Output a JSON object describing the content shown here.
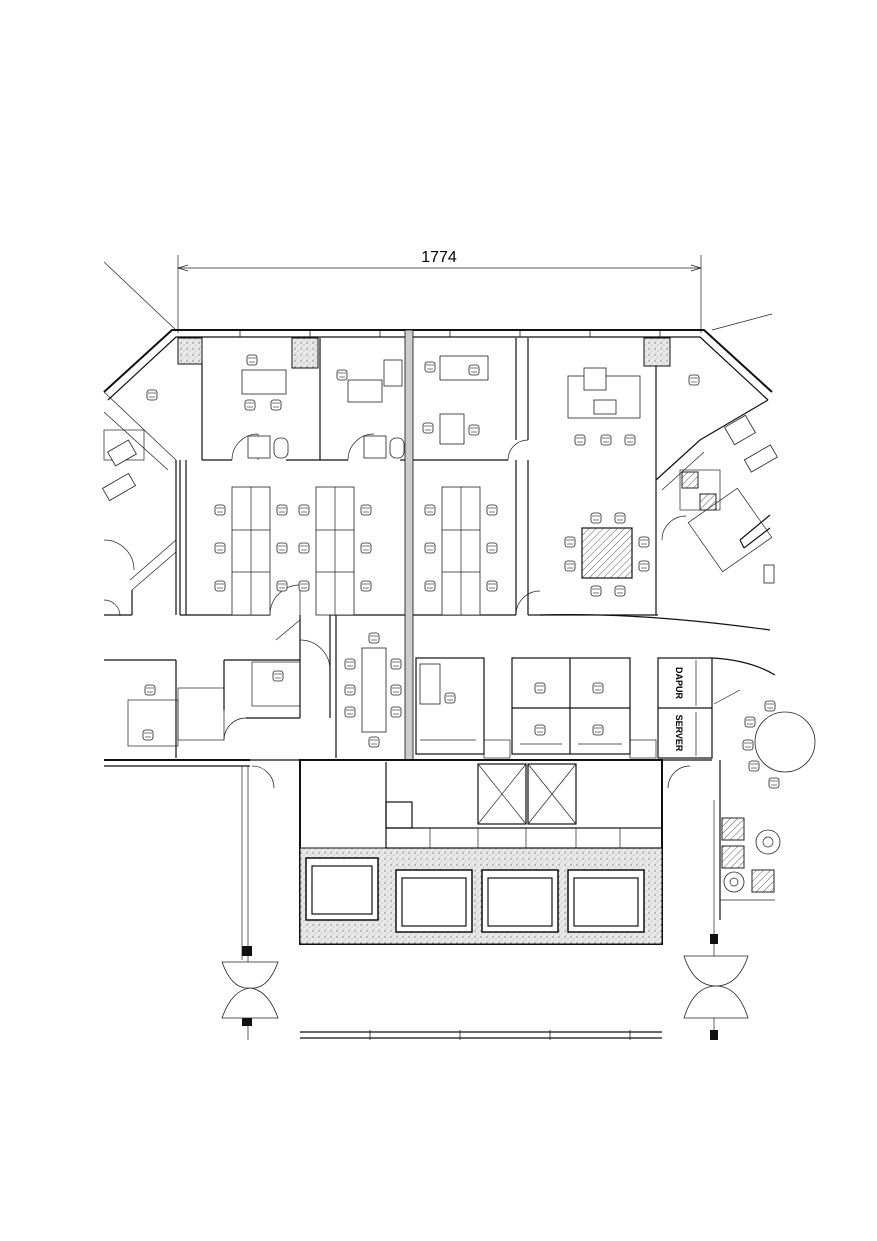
{
  "dimension": {
    "value": "1774"
  },
  "rooms": {
    "pantry": "DAPUR",
    "server": "SERVER"
  }
}
